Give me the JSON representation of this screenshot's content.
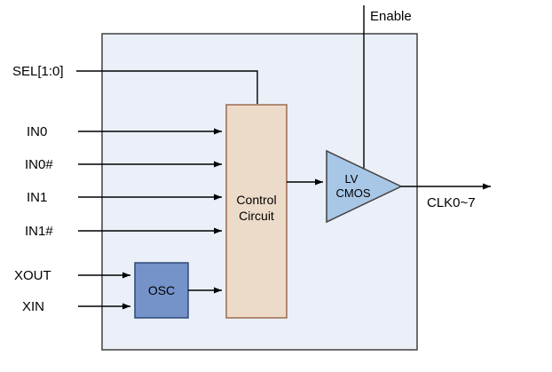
{
  "diagram": {
    "labels": {
      "enable": "Enable",
      "sel": "SEL[1:0]",
      "in0": "IN0",
      "in0b": "IN0#",
      "in1": "IN1",
      "in1b": "IN1#",
      "xout": "XOUT",
      "xin": "XIN",
      "output": "CLK0~7"
    },
    "blocks": {
      "control": {
        "line1": "Control",
        "line2": "Circuit"
      },
      "osc": {
        "label": "OSC"
      },
      "buffer": {
        "line1": "LV",
        "line2": "CMOS"
      }
    },
    "colors": {
      "outer_fill": "#eaeff8",
      "outer_border": "#404040",
      "control_fill": "#eddbc9",
      "control_border": "#9c6b4f",
      "osc_fill": "#7592c9",
      "osc_border": "#2f4a78",
      "buffer_fill": "#a8c6e6",
      "buffer_border": "#404040",
      "line_color": "#000000"
    }
  }
}
